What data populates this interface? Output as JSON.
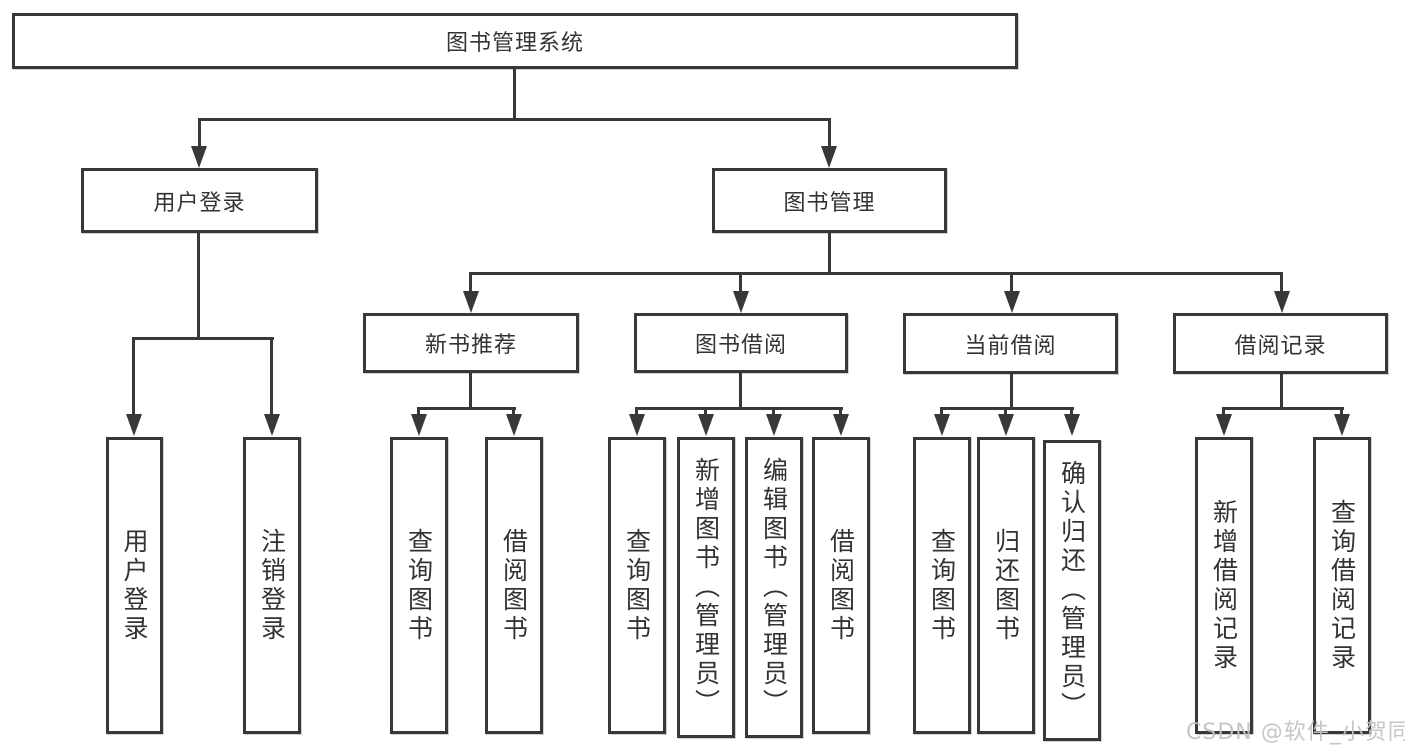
{
  "diagram": {
    "root": {
      "label": "图书管理系统"
    },
    "level2": {
      "user_login": {
        "label": "用户登录"
      },
      "book_management": {
        "label": "图书管理"
      }
    },
    "level3": {
      "new_book_recommend": {
        "label": "新书推荐"
      },
      "book_borrow": {
        "label": "图书借阅"
      },
      "current_borrow": {
        "label": "当前借阅"
      },
      "borrow_records": {
        "label": "借阅记录"
      }
    },
    "leaves": {
      "login": "用户登录",
      "logout": "注销登录",
      "nb_query_books": "查询图书",
      "nb_borrow_books": "借阅图书",
      "bb_query_books": "查询图书",
      "bb_add_books": "新增图书（管理员）",
      "bb_edit_books": "编辑图书（管理员）",
      "bb_borrow_books": "借阅图书",
      "cb_query_books": "查询图书",
      "cb_return_books": "归还图书",
      "cb_confirm_return": "确认归还（管理员）",
      "br_add_record": "新增借阅记录",
      "br_query_record": "查询借阅记录"
    },
    "watermark": "CSDN @软件_小贺同学",
    "colors": {
      "line": "#383838",
      "text": "#333333",
      "watermark": "#c3c3c3",
      "background": "#ffffff"
    }
  }
}
